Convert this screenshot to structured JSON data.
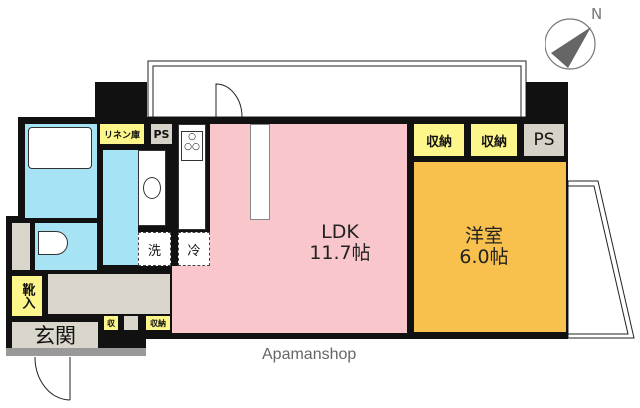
{
  "compass": {
    "label": "N"
  },
  "rooms": {
    "ldk": {
      "name": "LDK",
      "size": "11.7帖",
      "color": "#f9c7cb"
    },
    "western": {
      "name": "洋室",
      "size": "6.0帖",
      "color": "#f8c04d"
    },
    "entrance": {
      "name": "玄関",
      "color": "#dad6cc"
    },
    "bath_color": "#a6e3f4",
    "hall_color": "#dad6cc"
  },
  "labels": {
    "linen": "リネン庫",
    "ps_left": "PS",
    "storage_1": "収納",
    "storage_2": "収納",
    "ps_right": "PS",
    "washer": "洗",
    "fridge": "冷",
    "shoe": "靴入",
    "storage_small_1": "収",
    "storage_small_2": "収納"
  },
  "colors": {
    "label_yellow": "#fdf68a",
    "ps_gray": "#d6d2c8"
  },
  "watermark": "Apamanshop"
}
